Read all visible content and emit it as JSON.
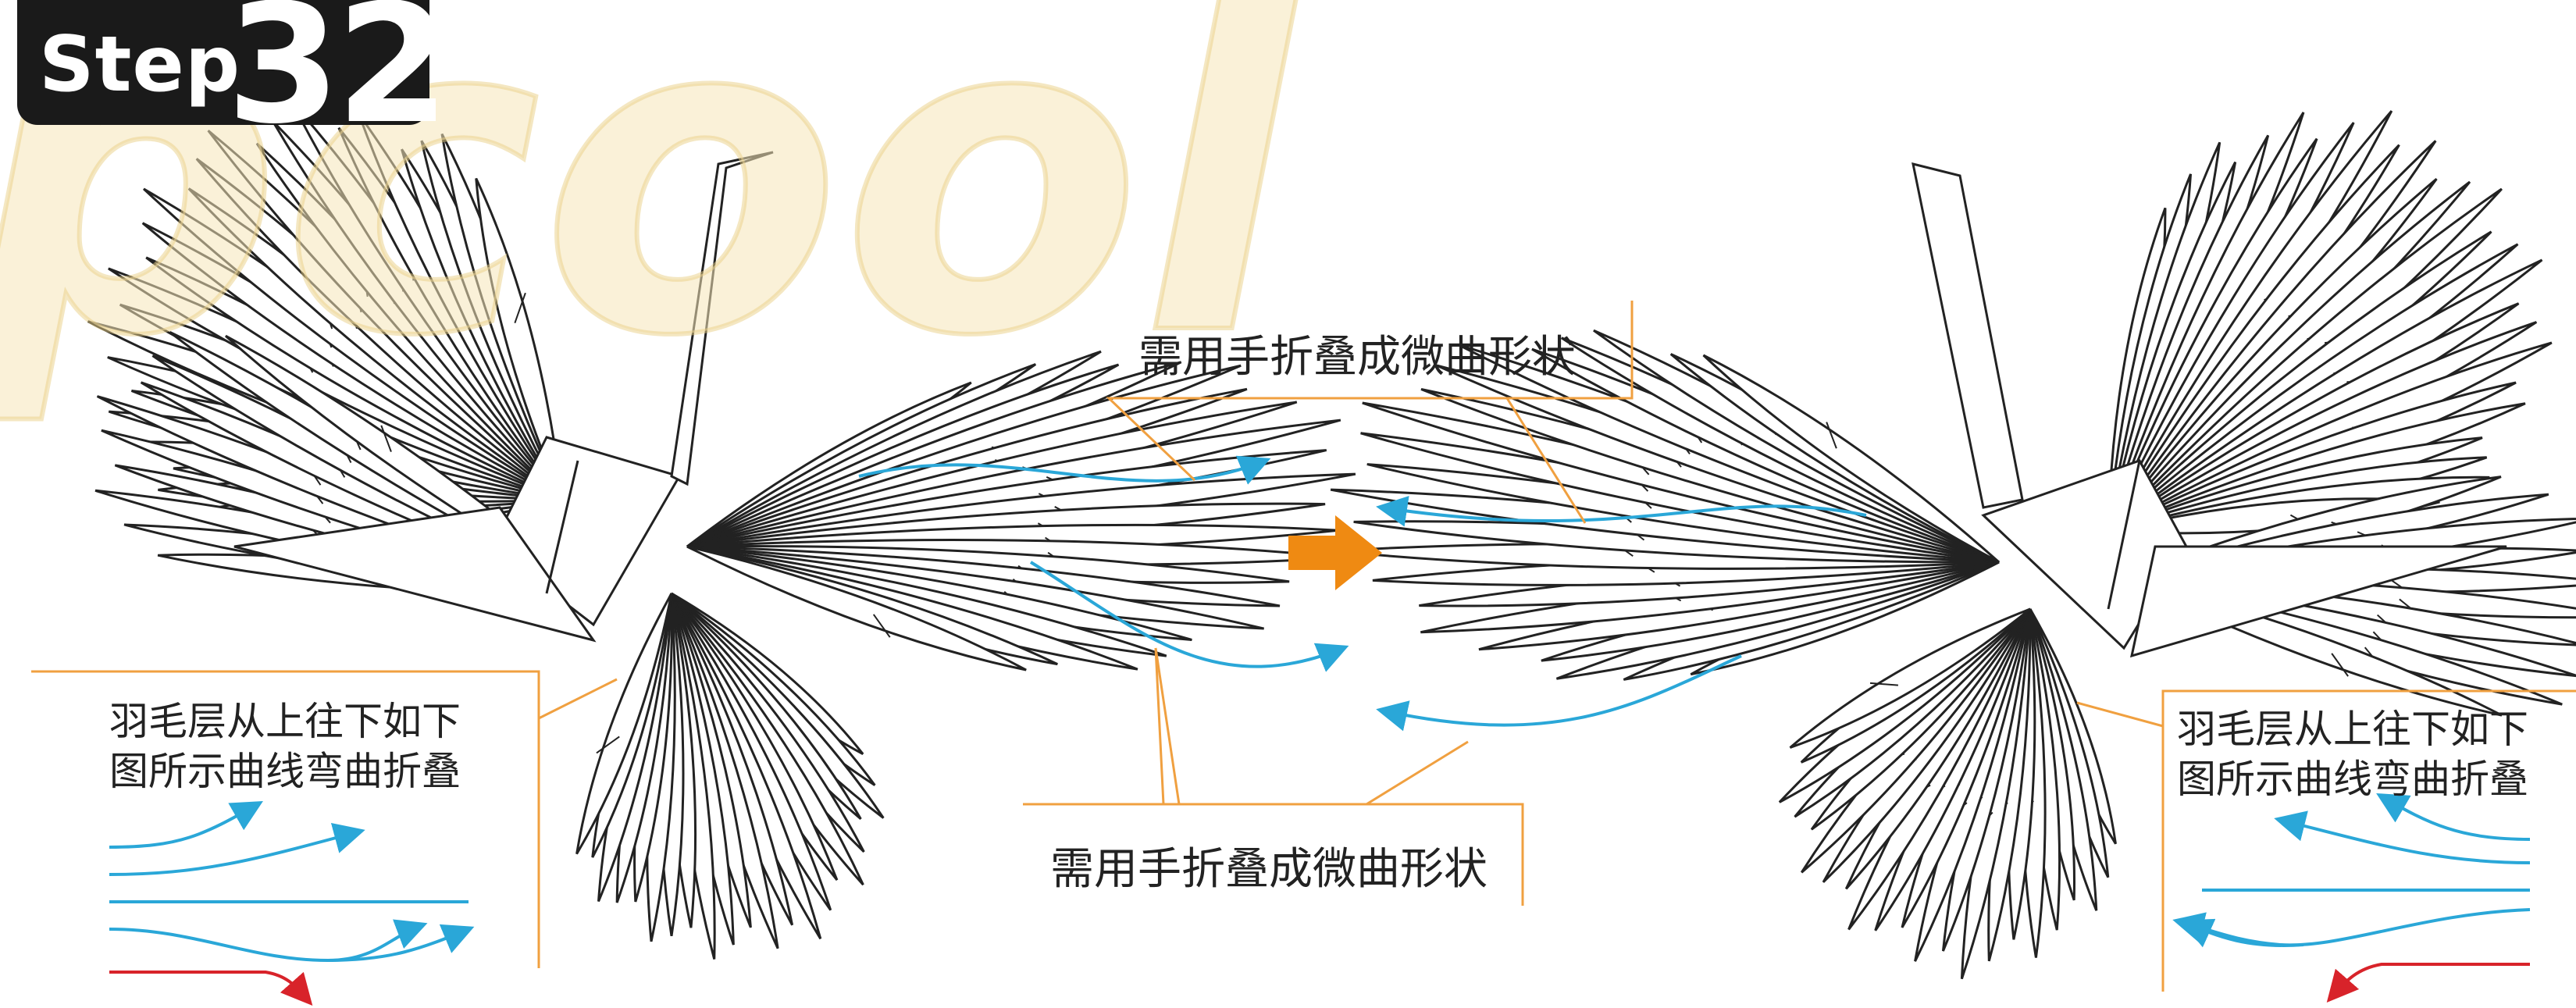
{
  "step": {
    "word": "Step",
    "number": "32"
  },
  "watermark": {
    "text": "pcool"
  },
  "annotations": {
    "top_label": "需用手折叠成微曲形状",
    "bottom_label": "需用手折叠成微曲形状",
    "left_note": [
      "羽毛层从上往下如下",
      "图所示曲线弯曲折叠"
    ],
    "right_note": [
      "羽毛层从上往下如下",
      "图所示曲线弯曲折叠"
    ]
  },
  "colors": {
    "callout_line": "#f0a040",
    "flow_arrow_blue": "#2aa7d8",
    "flow_arrow_red": "#d8232a",
    "direction_arrow": "#ef8a12",
    "line_art": "#222222",
    "badge": "#1a1a1a"
  },
  "icons": {
    "direction": "arrow-right-icon"
  }
}
